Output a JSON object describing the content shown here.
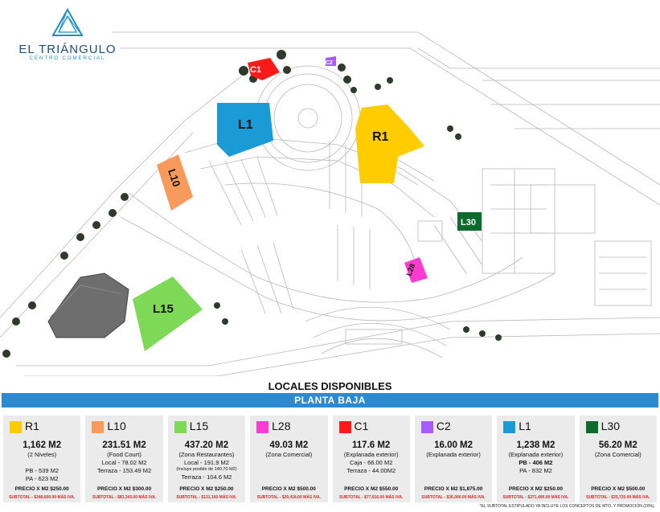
{
  "brand": {
    "name": "EL TRIÁNGULO",
    "subtitle": "CENTRO COMERCIAL"
  },
  "title": "LOCALES DISPONIBLES",
  "section": "PLANTA BAJA",
  "map_labels": {
    "c1": "C1",
    "c2": "C2",
    "l1": "L1",
    "r1": "R1",
    "l10": "L10",
    "l30": "L30",
    "l28": "L28",
    "l15": "L15"
  },
  "colors": {
    "r1": "#ffcc00",
    "l10": "#f79a5c",
    "l15": "#7ed957",
    "l28": "#ff3ccf",
    "c1": "#ff1a1a",
    "c2": "#a65bff",
    "l1": "#1a9bd6",
    "l30": "#0d6b2e",
    "bar": "#2e8ad0"
  },
  "units": [
    {
      "code": "R1",
      "area": "1,162 M2",
      "desc": [
        "(2 Niveles)",
        "",
        "PB - 539 M2",
        "PA - 623 M2"
      ],
      "price": "PRECIO X M2 $250.00",
      "subtotal": "SUBTOTAL - $348,600.00 MÁS IVA."
    },
    {
      "code": "L10",
      "area": "231.51  M2",
      "desc": [
        "(Food Court)",
        "Local - 78.02 M2",
        "Terraza - 153.49 M2"
      ],
      "price": "PRECIO X M2 $300.00",
      "subtotal": "SUBTOTAL - $83,343.00 MÁS IVA."
    },
    {
      "code": "L15",
      "area": "437.20 M2",
      "desc": [
        "(Zona Restaurantes)",
        "Local - 191.9 M2",
        "(Incluye posible de 140.70 M2)",
        "Terraza - 104.6 M2"
      ],
      "price": "PRECIO X M2 $250.00",
      "subtotal": "SUBTOTAL - $131,160 MÁS IVA."
    },
    {
      "code": "L28",
      "area": "49.03 M2",
      "desc": [
        "(Zona Comercial)"
      ],
      "price": "PRECIO X M2 $500.00",
      "subtotal": "SUBTOTAL - $29,418.00 MÁS IVA."
    },
    {
      "code": "C1",
      "area": "117.6 M2",
      "desc": [
        "(Explanada exterior)",
        "Caja -  66.00 M2",
        "Terraza - 44.00M2"
      ],
      "price": "PRECIO X M2 $550.00",
      "subtotal": "SUBTOTAL - $77,616.00 MÁS IVA."
    },
    {
      "code": "C2",
      "area": "16.00 M2",
      "desc": [
        "(Explanada exterior)"
      ],
      "price": "PRECIO X M2 $1,875.00",
      "subtotal": "SUBTOTAL - $36,000.00 MÁS IVA."
    },
    {
      "code": "L1",
      "area": "1,238 M2",
      "desc": [
        "(Explanada exterior)",
        "PB - 406 M2",
        "PA - 832 M2"
      ],
      "price": "PRECIO X M2 $250.00",
      "subtotal": "SUBTOTAL - $371,400.00 MÁS IVA."
    },
    {
      "code": "L30",
      "area": "56.20 M2",
      "desc": [
        "(Zona Comercial)"
      ],
      "price": "PRECIO X M2 $500.00",
      "subtotal": "SUBTOTAL - $33,720.00 MÁS IVA."
    }
  ],
  "footnote": "*EL SUBTOTAL ESTIPULADO YA INCLUYE LOS CONCEPTOS DE MTO. Y PROMOCIÓN (20%)."
}
